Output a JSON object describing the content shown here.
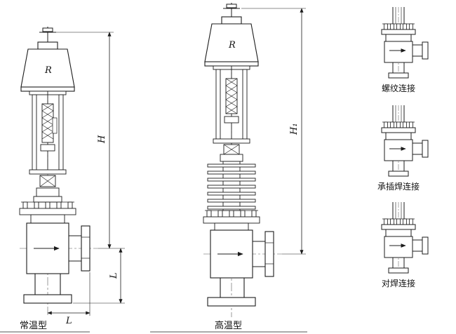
{
  "figure": {
    "left_valve": {
      "type_label": "常温型",
      "actuator_label": "R",
      "dim_height": "H",
      "dim_l_vertical": "L",
      "dim_l_horizontal": "L"
    },
    "right_valve": {
      "type_label": "高温型",
      "actuator_label": "R",
      "dim_height": "H₁"
    },
    "connection_variants": [
      {
        "label": "螺纹连接"
      },
      {
        "label": "承插焊连接"
      },
      {
        "label": "对焊连接"
      }
    ],
    "colors": {
      "line": "#1c1c1c",
      "background": "#ffffff"
    }
  }
}
